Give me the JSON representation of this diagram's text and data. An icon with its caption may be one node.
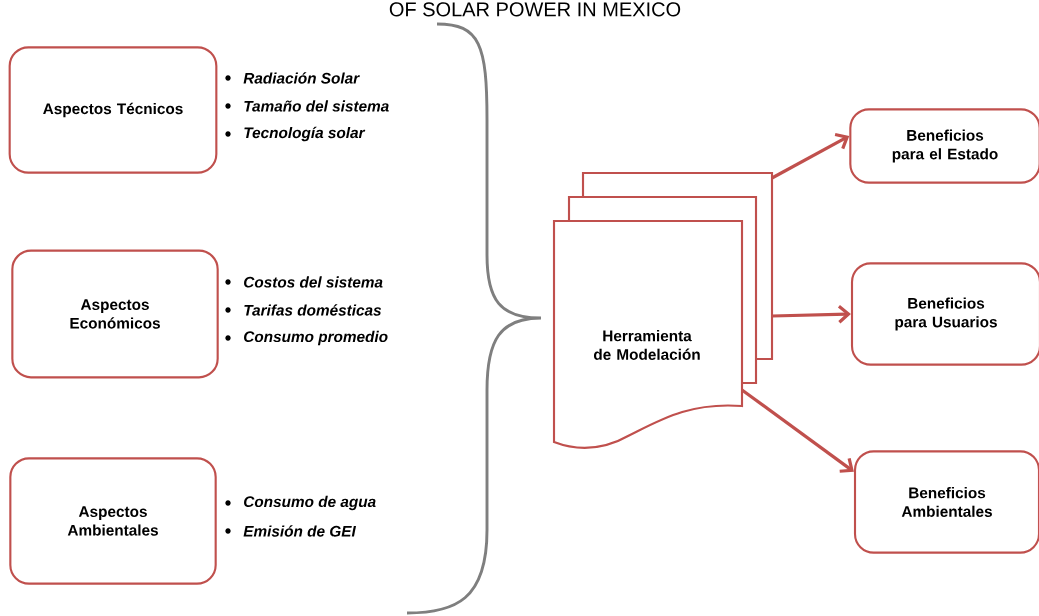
{
  "diagram": {
    "title": "OF SOLAR POWER IN MEXICO",
    "nodes": [
      {
        "text": [
          "Aspectos Técnicos"
        ],
        "beside": [
          "Radiación Solar",
          "Tamaño del sistema",
          "Tecnología solar"
        ]
      },
      {
        "text": [
          "Aspectos Económicos"
        ],
        "beside": [
          "Costos del sistema",
          "Tarifas domésticas",
          "Consumo promedio"
        ]
      },
      {
        "text": [
          "Aspectos Ambientales"
        ],
        "beside": [
          "Consumo de agua",
          "Emisión de GEI"
        ]
      },
      {
        "text": [
          "Herramienta de Modelación"
        ]
      },
      {
        "text": [
          "Beneficios para el Estado"
        ]
      },
      {
        "text": [
          "Beneficios para Usuarios"
        ]
      },
      {
        "text": [
          "Beneficios Ambientales"
        ]
      }
    ],
    "edges": [
      {
        "from": 3,
        "to": 4,
        "arrow": "to"
      },
      {
        "from": 3,
        "to": 5,
        "arrow": "to"
      },
      {
        "from": 3,
        "to": 6,
        "arrow": "to"
      }
    ]
  }
}
